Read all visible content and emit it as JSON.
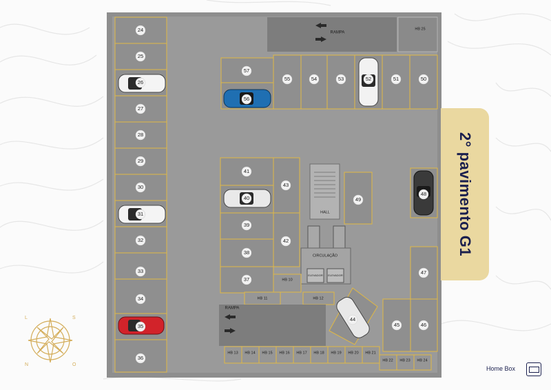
{
  "title_vertical": "2° pavimento G1",
  "brand": "Home Box",
  "compass": {
    "n": "N",
    "s": "S",
    "l": "L",
    "o": "O"
  },
  "labels": {
    "rampa_top": "RAMPA",
    "rampa_bottom": "RAMPA",
    "circulacao": "CIRCULAÇÃO",
    "elevador_a": "ELEVADOR",
    "elevador_b": "ELEVADOR",
    "hall": "HALL"
  },
  "spots": {
    "s24": "24",
    "s25": "25",
    "s26": "26",
    "s27": "27",
    "s28": "28",
    "s29": "29",
    "s30": "30",
    "s31": "31",
    "s32": "32",
    "s33": "33",
    "s34": "34",
    "s35": "35",
    "s36": "36",
    "s57": "57",
    "s56": "56",
    "s55": "55",
    "s54": "54",
    "s53": "53",
    "s52": "52",
    "s51": "51",
    "s50": "50",
    "s41": "41",
    "s40": "40",
    "s39": "39",
    "s38": "38",
    "s37": "37",
    "s43": "43",
    "s42": "42",
    "s49": "49",
    "s48": "48",
    "s47": "47",
    "s46": "46",
    "s45": "45",
    "s44": "44"
  },
  "homebox": {
    "hb10": "HB 10",
    "hb11": "HB 11",
    "hb12": "HB 12",
    "hb13": "HB 13",
    "hb14": "HB 14",
    "hb15": "HB 15",
    "hb16": "HB 16",
    "hb17": "HB 17",
    "hb18": "HB 18",
    "hb19": "HB 19",
    "hb20": "HB 20",
    "hb21": "HB 21",
    "hb22": "HB 22",
    "hb23": "HB 23",
    "hb24": "HB 24",
    "hb25": "HB 25"
  }
}
